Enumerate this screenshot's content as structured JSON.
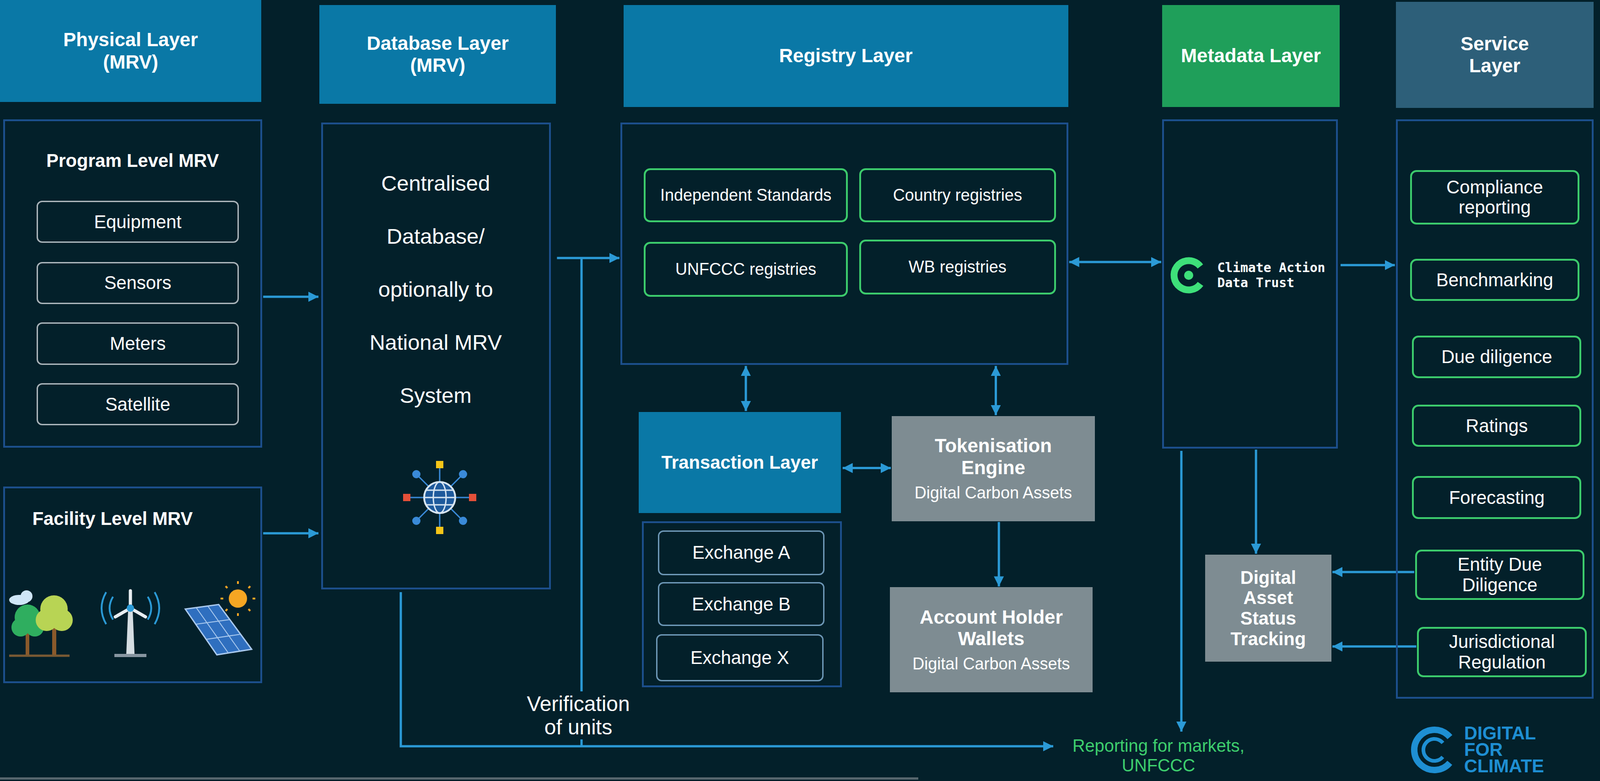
{
  "diagram": {
    "nodes": [
      {
        "text": [
          "Physical Layer (MRV)"
        ]
      },
      {
        "text": [
          "Program Level MRV"
        ],
        "in": 0
      },
      {
        "text": [
          "Equipment"
        ],
        "in": 1
      },
      {
        "text": [
          "Sensors"
        ],
        "in": 1
      },
      {
        "text": [
          "Meters"
        ],
        "in": 1
      },
      {
        "text": [
          "Satellite"
        ],
        "in": 1
      },
      {
        "text": [
          "Facility Level MRV"
        ],
        "in": 0
      },
      {
        "text": [
          "Database Layer (MRV)",
          "Centralised Database/ optionally to National MRV System"
        ]
      },
      {
        "text": [
          "Registry Layer"
        ]
      },
      {
        "text": [
          "Independent Standards"
        ],
        "in": 8
      },
      {
        "text": [
          "Country registries"
        ],
        "in": 8
      },
      {
        "text": [
          "UNFCCC registries"
        ],
        "in": 8
      },
      {
        "text": [
          "WB registries"
        ],
        "in": 8
      },
      {
        "text": [
          "Transaction Layer"
        ]
      },
      {
        "text": [
          "Exchange A"
        ],
        "in": 13
      },
      {
        "text": [
          "Exchange B"
        ],
        "in": 13
      },
      {
        "text": [
          "Exchange X"
        ],
        "in": 13
      },
      {
        "text": [
          "Tokenisation Engine",
          "Digital Carbon Assets"
        ]
      },
      {
        "text": [
          "Account Holder Wallets",
          "Digital Carbon Assets"
        ]
      },
      {
        "text": [
          "Metadata Layer",
          "Climate Action Data Trust"
        ]
      },
      {
        "text": [
          "Digital Asset Status Tracking"
        ]
      },
      {
        "text": [
          "Service Layer"
        ]
      },
      {
        "text": [
          "Compliance reporting"
        ],
        "in": 21
      },
      {
        "text": [
          "Benchmarking"
        ],
        "in": 21
      },
      {
        "text": [
          "Due diligence"
        ],
        "in": 21
      },
      {
        "text": [
          "Ratings"
        ],
        "in": 21
      },
      {
        "text": [
          "Forecasting"
        ],
        "in": 21
      },
      {
        "text": [
          "Entity Due Diligence"
        ],
        "in": 21
      },
      {
        "text": [
          "Jurisdictional Regulation"
        ],
        "in": 21
      }
    ],
    "edges": [
      {
        "from": 1,
        "to": 7,
        "arrow": "to"
      },
      {
        "from": 6,
        "to": 7,
        "arrow": "to"
      },
      {
        "from": 7,
        "to": 8,
        "arrow": "to"
      },
      {
        "from": 8,
        "to": 13,
        "arrow": "both"
      },
      {
        "from": 13,
        "to": 17,
        "arrow": "both"
      },
      {
        "from": 17,
        "to": 8,
        "arrow": "both"
      },
      {
        "from": 17,
        "to": 18,
        "arrow": "to"
      },
      {
        "from": 8,
        "to": 19,
        "arrow": "both"
      },
      {
        "from": 19,
        "to": 21,
        "arrow": "to"
      },
      {
        "from": 19,
        "to": 20,
        "arrow": "to"
      },
      {
        "from": 27,
        "to": 20,
        "arrow": "to"
      },
      {
        "from": 28,
        "to": 20,
        "arrow": "to"
      }
    ],
    "labels": [
      "Verification of units",
      "Reporting for markets, UNFCCC",
      "DIGITAL FOR CLIMATE"
    ]
  }
}
